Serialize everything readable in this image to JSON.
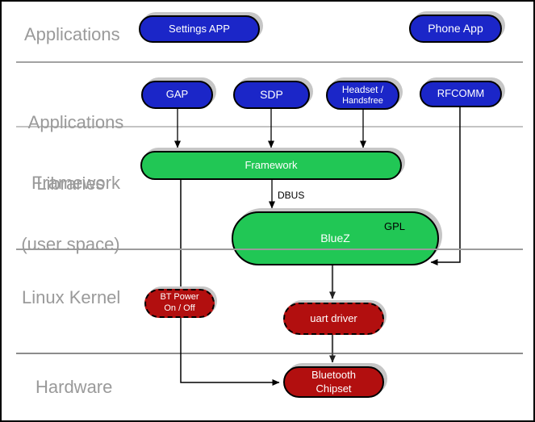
{
  "layers": [
    {
      "label": "Applications"
    },
    {
      "line1": "Applications",
      "line2": "Framework"
    },
    {
      "line1": "Libraries",
      "line2": "(user space)"
    },
    {
      "label": "Linux Kernel"
    },
    {
      "label": "Hardware"
    }
  ],
  "nodes": {
    "settings_app": {
      "label": "Settings APP"
    },
    "phone_app": {
      "label": "Phone App"
    },
    "gap": {
      "label": "GAP"
    },
    "sdp": {
      "label": "SDP"
    },
    "headset": {
      "line1": "Headset /",
      "line2": "Handsfree"
    },
    "rfcomm": {
      "label": "RFCOMM"
    },
    "framework": {
      "label": "Framework"
    },
    "bluez": {
      "label": "BlueZ",
      "badge": "GPL"
    },
    "bt_power": {
      "line1": "BT Power",
      "line2": "On / Off"
    },
    "uart_driver": {
      "label": "uart driver"
    },
    "bluetooth_chipset": {
      "line1": "Bluetooth",
      "line2": "Chipset"
    }
  },
  "edge_labels": {
    "dbus": "DBUS"
  },
  "edges": [
    {
      "from": "GAP",
      "to": "Framework"
    },
    {
      "from": "SDP",
      "to": "Framework"
    },
    {
      "from": "Headset / Handsfree",
      "to": "Framework"
    },
    {
      "from": "RFCOMM",
      "to": "BlueZ"
    },
    {
      "from": "Framework",
      "to": "BlueZ",
      "label": "DBUS"
    },
    {
      "from": "Framework",
      "to": "Bluetooth Chipset"
    },
    {
      "from": "BlueZ",
      "to": "uart driver"
    },
    {
      "from": "uart driver",
      "to": "Bluetooth Chipset"
    }
  ],
  "colors": {
    "app_blue": "#1b26c8",
    "lib_green": "#21c755",
    "kernel_red": "#b20f0f",
    "label_gray": "#9a9a9a",
    "shadow_gray": "#c6c6c6"
  }
}
